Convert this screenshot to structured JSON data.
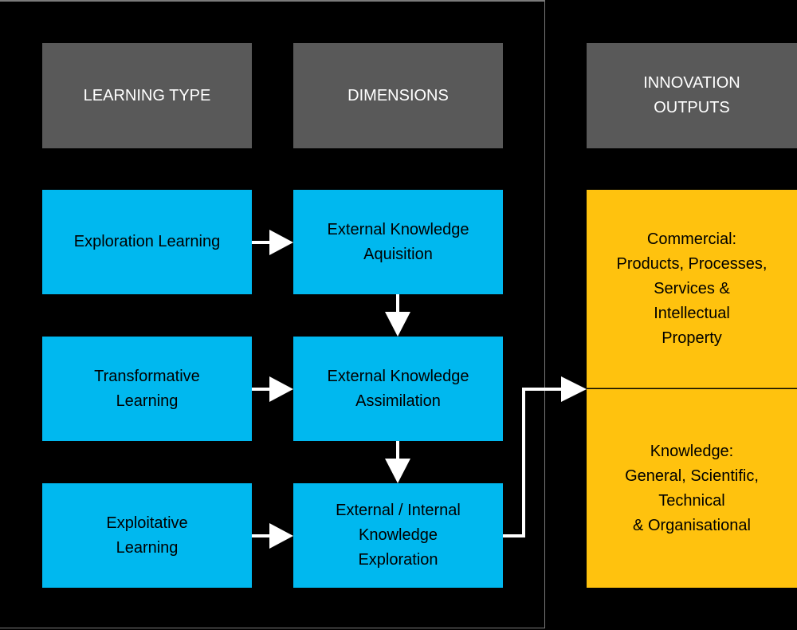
{
  "headers": {
    "learning_type": "LEARNING TYPE",
    "dimensions": "DIMENSIONS",
    "innovation_outputs": "INNOVATION\nOUTPUTS"
  },
  "learning_types": [
    "Exploration Learning",
    "Transformative\nLearning",
    "Exploitative\nLearning"
  ],
  "dimensions": [
    "External Knowledge\nAquisition",
    "External Knowledge\nAssimilation",
    "External / Internal\nKnowledge\nExploration"
  ],
  "outputs": [
    "Commercial:\nProducts, Processes,\nServices &\nIntellectual\nProperty",
    "Knowledge:\nGeneral, Scientific,\nTechnical\n& Organisational"
  ],
  "colors": {
    "header": "#595959",
    "learning_box": "#00b8ef",
    "output_box": "#ffc20e",
    "arrow": "#ffffff"
  }
}
